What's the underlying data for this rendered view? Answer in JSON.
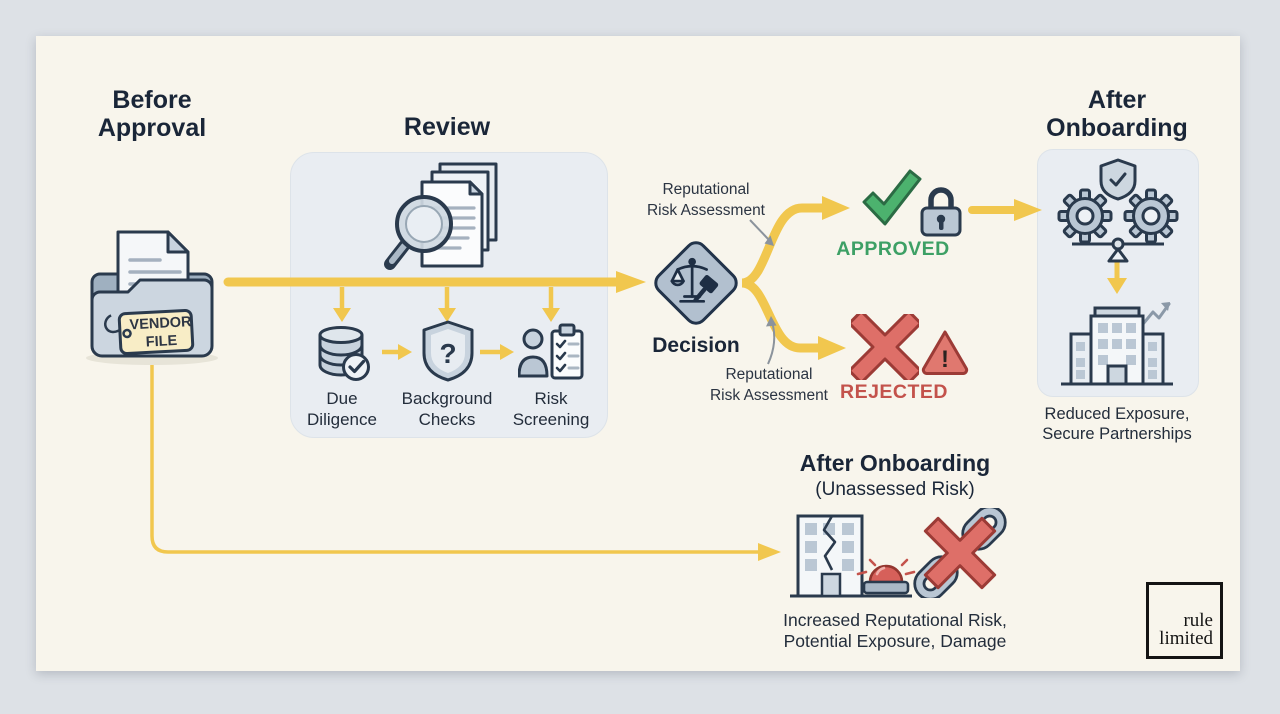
{
  "colors": {
    "background": "#dde1e6",
    "card": "#f8f5ec",
    "panel": "#e9edf2",
    "accent_yellow": "#f1c74e",
    "navy_text": "#1a2638",
    "icon_stroke": "#2a3a4d",
    "icon_fill": "#bac7d4",
    "approved_green": "#3da065",
    "check_green": "#4cb26e",
    "rejected_red": "#c3524b",
    "shape_red": "#de6f68",
    "annotation_gray": "#8b939c"
  },
  "stage_before": {
    "title_l1": "Before",
    "title_l2": "Approval"
  },
  "vendor_tag": {
    "l1": "VENDOR",
    "l2": "FILE"
  },
  "stage_review": {
    "title": "Review",
    "steps": [
      {
        "l1": "Due",
        "l2": "Diligence"
      },
      {
        "l1": "Background",
        "l2": "Checks"
      },
      {
        "l1": "Risk",
        "l2": "Screening"
      }
    ]
  },
  "decision": {
    "label": "Decision"
  },
  "risk_top": {
    "l1": "Reputational",
    "l2": "Risk Assessment"
  },
  "risk_bottom": {
    "l1": "Reputational",
    "l2": "Risk Assessment"
  },
  "approved": {
    "label": "APPROVED"
  },
  "rejected": {
    "label": "REJECTED"
  },
  "stage_after_good": {
    "title_l1": "After",
    "title_l2": "Onboarding",
    "caption_l1": "Reduced Exposure,",
    "caption_l2": "Secure Partnerships"
  },
  "stage_after_bad": {
    "title": "After Onboarding",
    "subtitle": "(Unassessed Risk)",
    "caption_l1": "Increased Reputational Risk,",
    "caption_l2": "Potential Exposure, Damage"
  },
  "glyphs": {
    "question": "?",
    "exclamation": "!"
  },
  "logo": {
    "l1": "rule",
    "l2": "limited"
  }
}
